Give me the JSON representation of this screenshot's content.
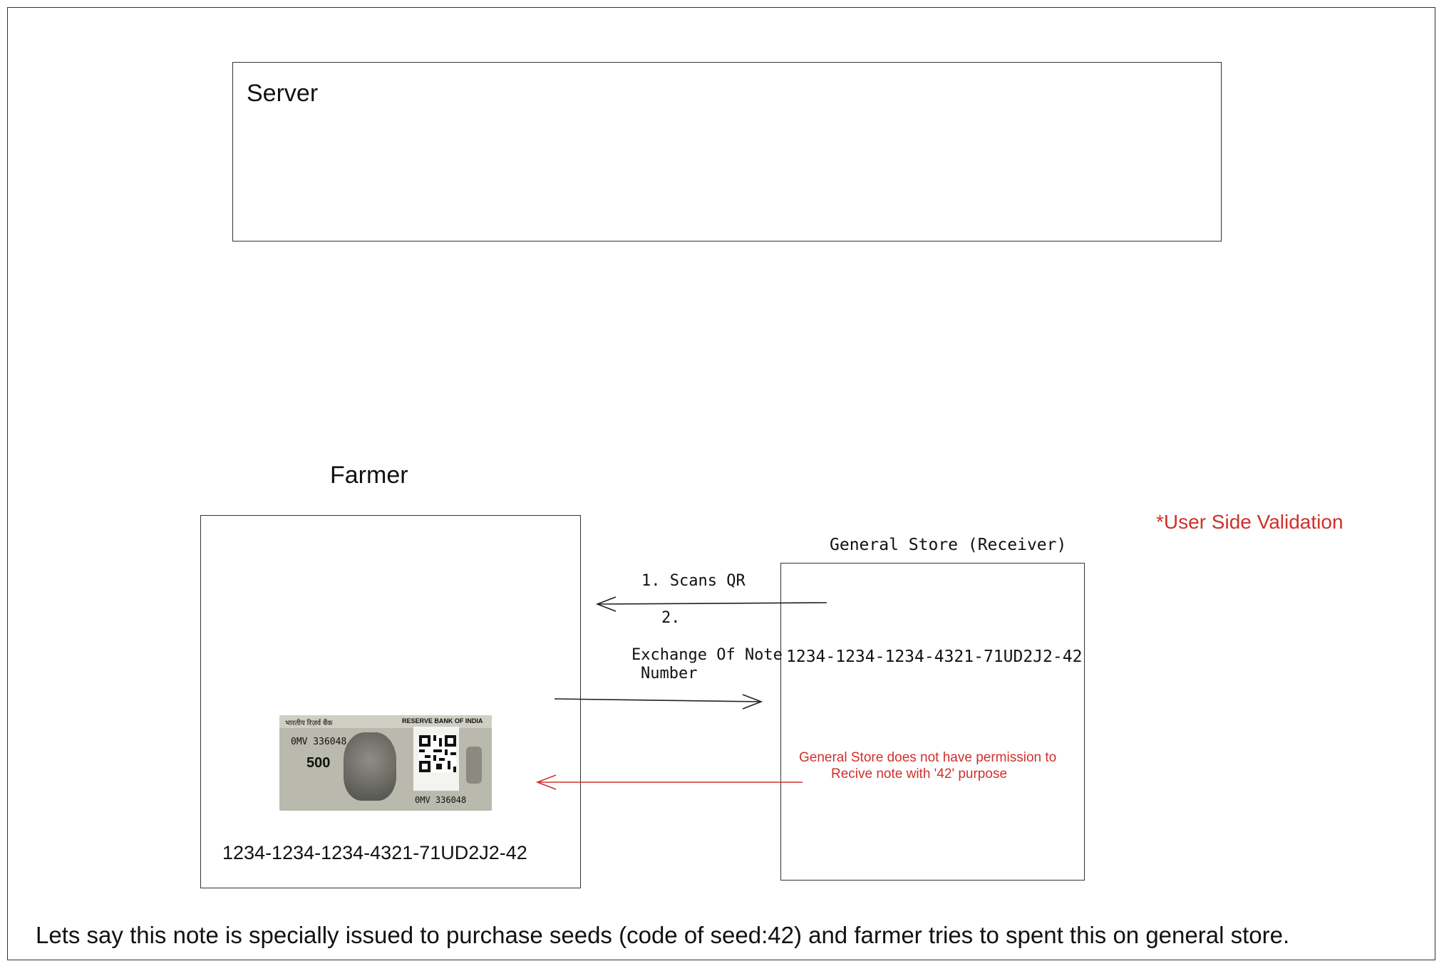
{
  "server": {
    "title": "Server"
  },
  "farmer": {
    "title": "Farmer",
    "note_number": "1234-1234-1234-4321-71UD2J2-42",
    "banknote": {
      "serial": "0MV 336048",
      "bank_text": "RESERVE BANK OF INDIA",
      "denomination": "500"
    }
  },
  "store": {
    "title": "General Store (Receiver)",
    "note_number": "1234-1234-1234-4321-71UD2J2-42"
  },
  "validation_label": "*User Side Validation",
  "arrows": {
    "step1": "1. Scans QR",
    "step2_num": "2.",
    "step2_line1": "Exchange Of Note",
    "step2_line2": "Number",
    "error_line1": "General Store does not have permission to",
    "error_line2": "Recive note with '42' purpose"
  },
  "caption": "Lets say this note is specially issued to purchase seeds (code of seed:42) and farmer tries to spent this on general store.",
  "colors": {
    "error": "#d0302b",
    "line": "#333333"
  }
}
